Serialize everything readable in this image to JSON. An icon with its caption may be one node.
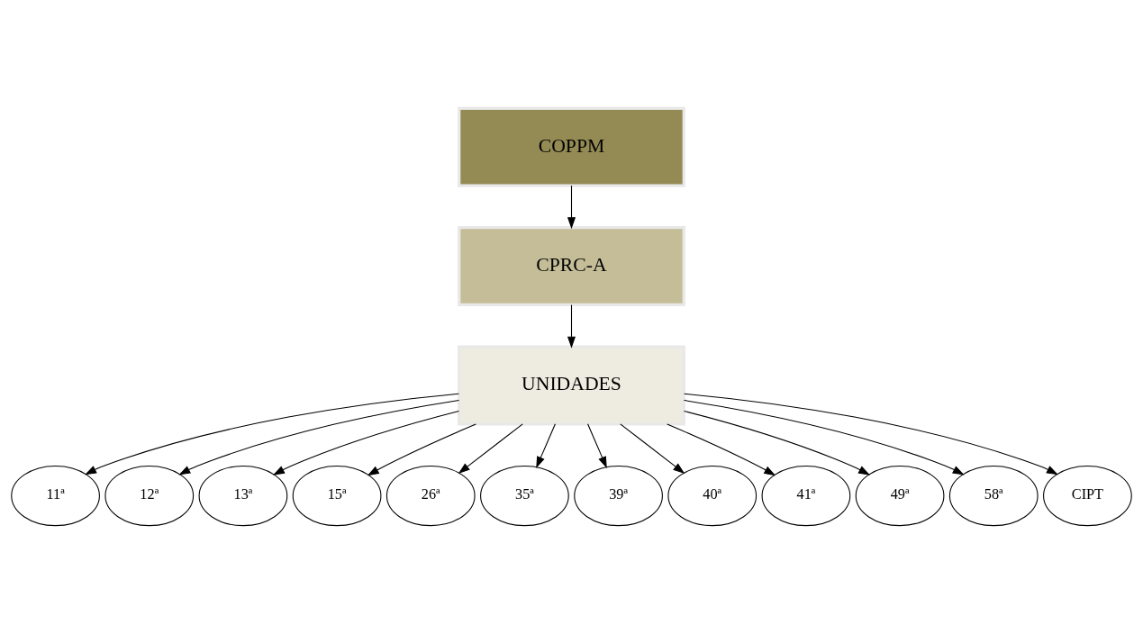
{
  "diagram": {
    "nodes": [
      {
        "text": [
          "COPPM"
        ]
      },
      {
        "text": [
          "CPRC-A"
        ]
      },
      {
        "text": [
          "UNIDADES"
        ]
      },
      {
        "text": [
          "11ª"
        ]
      },
      {
        "text": [
          "12ª"
        ]
      },
      {
        "text": [
          "13ª"
        ]
      },
      {
        "text": [
          "15ª"
        ]
      },
      {
        "text": [
          "26ª"
        ]
      },
      {
        "text": [
          "35ª"
        ]
      },
      {
        "text": [
          "39ª"
        ]
      },
      {
        "text": [
          "40ª"
        ]
      },
      {
        "text": [
          "41ª"
        ]
      },
      {
        "text": [
          "49ª"
        ]
      },
      {
        "text": [
          "58ª"
        ]
      },
      {
        "text": [
          "CIPT"
        ]
      }
    ],
    "edges": [
      {
        "from": 0,
        "to": 1,
        "arrow": "to"
      },
      {
        "from": 1,
        "to": 2,
        "arrow": "to"
      },
      {
        "from": 2,
        "to": 3,
        "arrow": "to"
      },
      {
        "from": 2,
        "to": 4,
        "arrow": "to"
      },
      {
        "from": 2,
        "to": 5,
        "arrow": "to"
      },
      {
        "from": 2,
        "to": 6,
        "arrow": "to"
      },
      {
        "from": 2,
        "to": 7,
        "arrow": "to"
      },
      {
        "from": 2,
        "to": 8,
        "arrow": "to"
      },
      {
        "from": 2,
        "to": 9,
        "arrow": "to"
      },
      {
        "from": 2,
        "to": 10,
        "arrow": "to"
      },
      {
        "from": 2,
        "to": 11,
        "arrow": "to"
      },
      {
        "from": 2,
        "to": 12,
        "arrow": "to"
      },
      {
        "from": 2,
        "to": 13,
        "arrow": "to"
      },
      {
        "from": 2,
        "to": 14,
        "arrow": "to"
      }
    ]
  }
}
